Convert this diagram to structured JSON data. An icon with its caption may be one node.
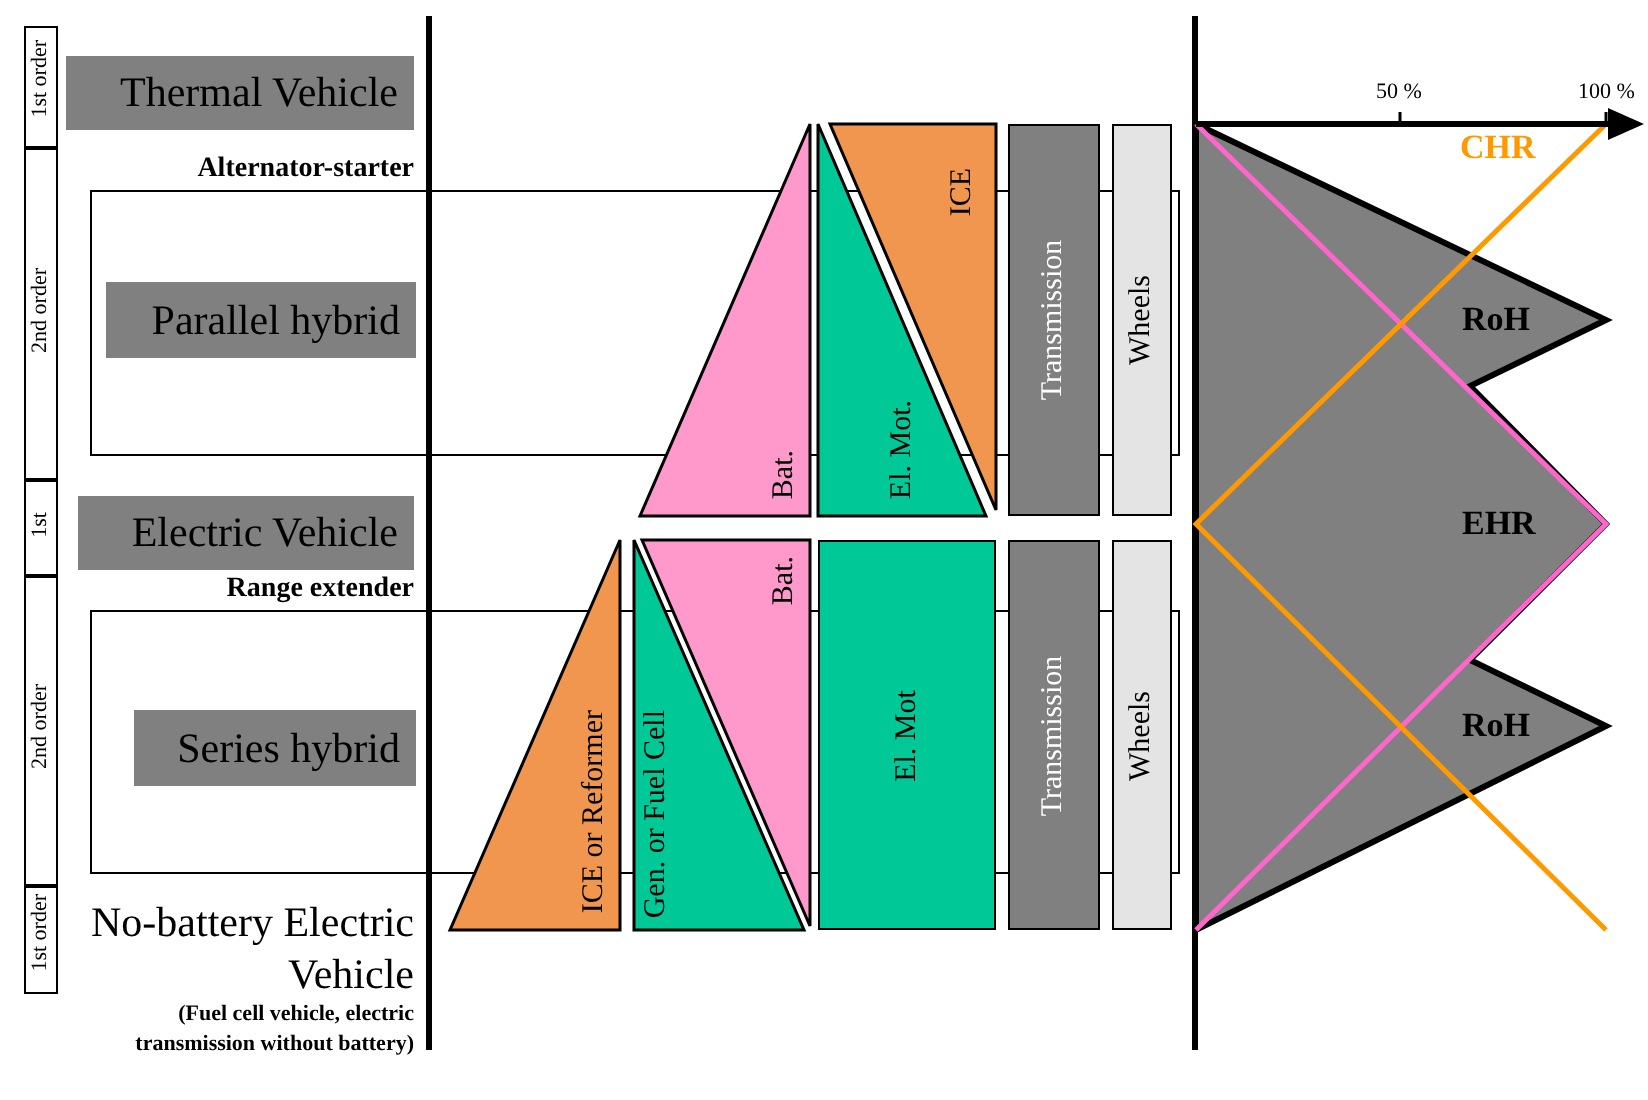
{
  "diagram": {
    "nodes": [
      {
        "text": [
          "1st order"
        ]
      },
      {
        "text": [
          "Thermal Vehicle"
        ]
      },
      {
        "text": [
          "2nd order"
        ]
      },
      {
        "text": [
          "Alternator-starter"
        ]
      },
      {
        "text": [
          "Parallel hybrid"
        ],
        "in": 3
      },
      {
        "text": [
          "1st"
        ]
      },
      {
        "text": [
          "Electric Vehicle"
        ]
      },
      {
        "text": [
          "2nd order"
        ]
      },
      {
        "text": [
          "Range extender"
        ]
      },
      {
        "text": [
          "Series hybrid"
        ],
        "in": 8
      },
      {
        "text": [
          "1st order"
        ]
      },
      {
        "text": [
          "Bat."
        ]
      },
      {
        "text": [
          "ICE"
        ]
      },
      {
        "text": [
          "El. Mot."
        ]
      },
      {
        "text": [
          "Transmission"
        ]
      },
      {
        "text": [
          "Wheels"
        ]
      },
      {
        "text": [
          "ICE or Reformer"
        ]
      },
      {
        "text": [
          "Gen. or Fuel Cell"
        ]
      },
      {
        "text": [
          "Bat."
        ]
      },
      {
        "text": [
          "El. Mot"
        ]
      },
      {
        "text": [
          "Transmission"
        ]
      },
      {
        "text": [
          "Wheels"
        ]
      }
    ],
    "labels": [
      "No-battery Electric Vehicle",
      "(Fuel cell vehicle, electric transmission without battery)",
      "50 %",
      "100 %",
      "CHR",
      "RoH",
      "EHR",
      "RoH"
    ]
  }
}
